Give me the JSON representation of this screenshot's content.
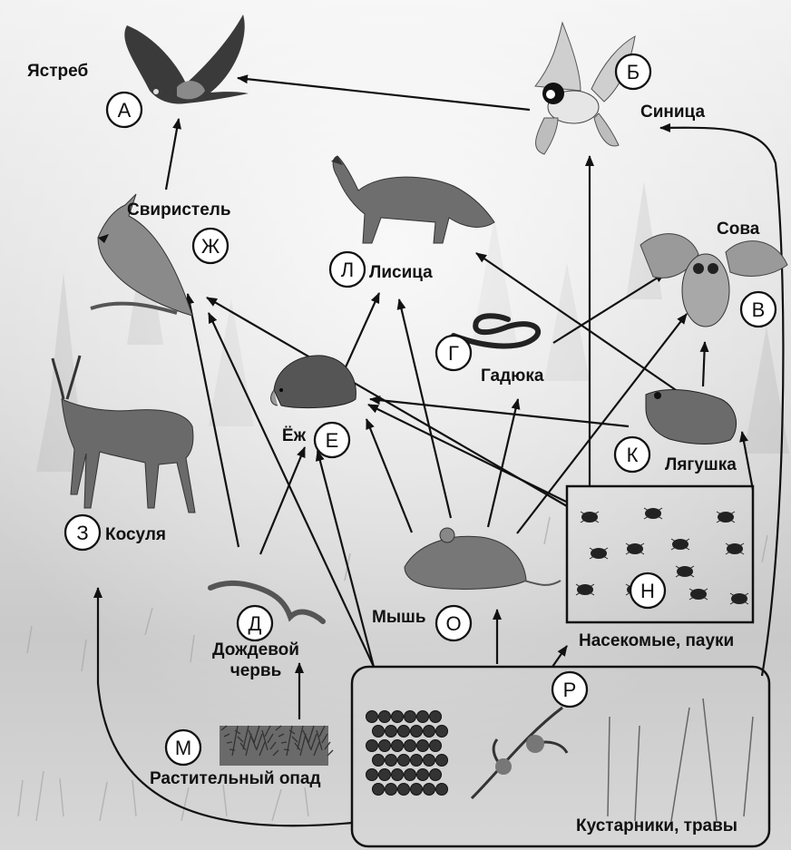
{
  "organisms": [
    {
      "id": "hawk",
      "letter": "А",
      "label": "Ястреб",
      "icon": "hawk-icon"
    },
    {
      "id": "tit",
      "letter": "Б",
      "label": "Синица",
      "icon": "tit-bird-icon"
    },
    {
      "id": "owl",
      "letter": "В",
      "label": "Сова",
      "icon": "owl-icon"
    },
    {
      "id": "viper",
      "letter": "Г",
      "label": "Гадюка",
      "icon": "viper-snake-icon"
    },
    {
      "id": "worm",
      "letter": "Д",
      "label_lines": [
        "Дождевой",
        "червь"
      ],
      "icon": "earthworm-icon"
    },
    {
      "id": "hedgehog",
      "letter": "Е",
      "label": "Ёж",
      "icon": "hedgehog-icon"
    },
    {
      "id": "waxwing",
      "letter": "Ж",
      "label": "Свиристель",
      "icon": "waxwing-icon"
    },
    {
      "id": "roe",
      "letter": "З",
      "label": "Косуля",
      "icon": "roe-deer-icon"
    },
    {
      "id": "frog",
      "letter": "К",
      "label": "Лягушка",
      "icon": "frog-icon"
    },
    {
      "id": "fox",
      "letter": "Л",
      "label": "Лисица",
      "icon": "fox-icon"
    },
    {
      "id": "litter",
      "letter": "М",
      "label": "Растительный опад",
      "icon": "plant-litter-icon"
    },
    {
      "id": "insects",
      "letter": "Н",
      "label": "Насекомые, пауки",
      "icon": "insects-spiders-icon"
    },
    {
      "id": "mouse",
      "letter": "О",
      "label": "Мышь",
      "icon": "mouse-icon"
    },
    {
      "id": "plants",
      "letter": "Р",
      "label": "Кустарники, травы",
      "icon": "shrubs-grasses-icon"
    }
  ],
  "links": [
    {
      "from": "tit",
      "to": "hawk"
    },
    {
      "from": "waxwing",
      "to": "hawk"
    },
    {
      "from": "insects",
      "to": "tit"
    },
    {
      "from": "plants",
      "to": "tit"
    },
    {
      "from": "hedgehog",
      "to": "fox"
    },
    {
      "from": "mouse",
      "to": "fox"
    },
    {
      "from": "frog",
      "to": "fox"
    },
    {
      "from": "viper",
      "to": "owl"
    },
    {
      "from": "mouse",
      "to": "owl"
    },
    {
      "from": "frog",
      "to": "owl"
    },
    {
      "from": "mouse",
      "to": "viper"
    },
    {
      "from": "frog",
      "to": "hedgehog"
    },
    {
      "from": "insects",
      "to": "hedgehog"
    },
    {
      "from": "worm",
      "to": "hedgehog"
    },
    {
      "from": "mouse",
      "to": "hedgehog"
    },
    {
      "from": "plants",
      "to": "hedgehog"
    },
    {
      "from": "insects",
      "to": "waxwing"
    },
    {
      "from": "worm",
      "to": "waxwing"
    },
    {
      "from": "plants",
      "to": "waxwing"
    },
    {
      "from": "insects",
      "to": "frog"
    },
    {
      "from": "plants",
      "to": "mouse"
    },
    {
      "from": "plants",
      "to": "insects"
    },
    {
      "from": "plants",
      "to": "roe"
    },
    {
      "from": "litter",
      "to": "worm"
    }
  ]
}
